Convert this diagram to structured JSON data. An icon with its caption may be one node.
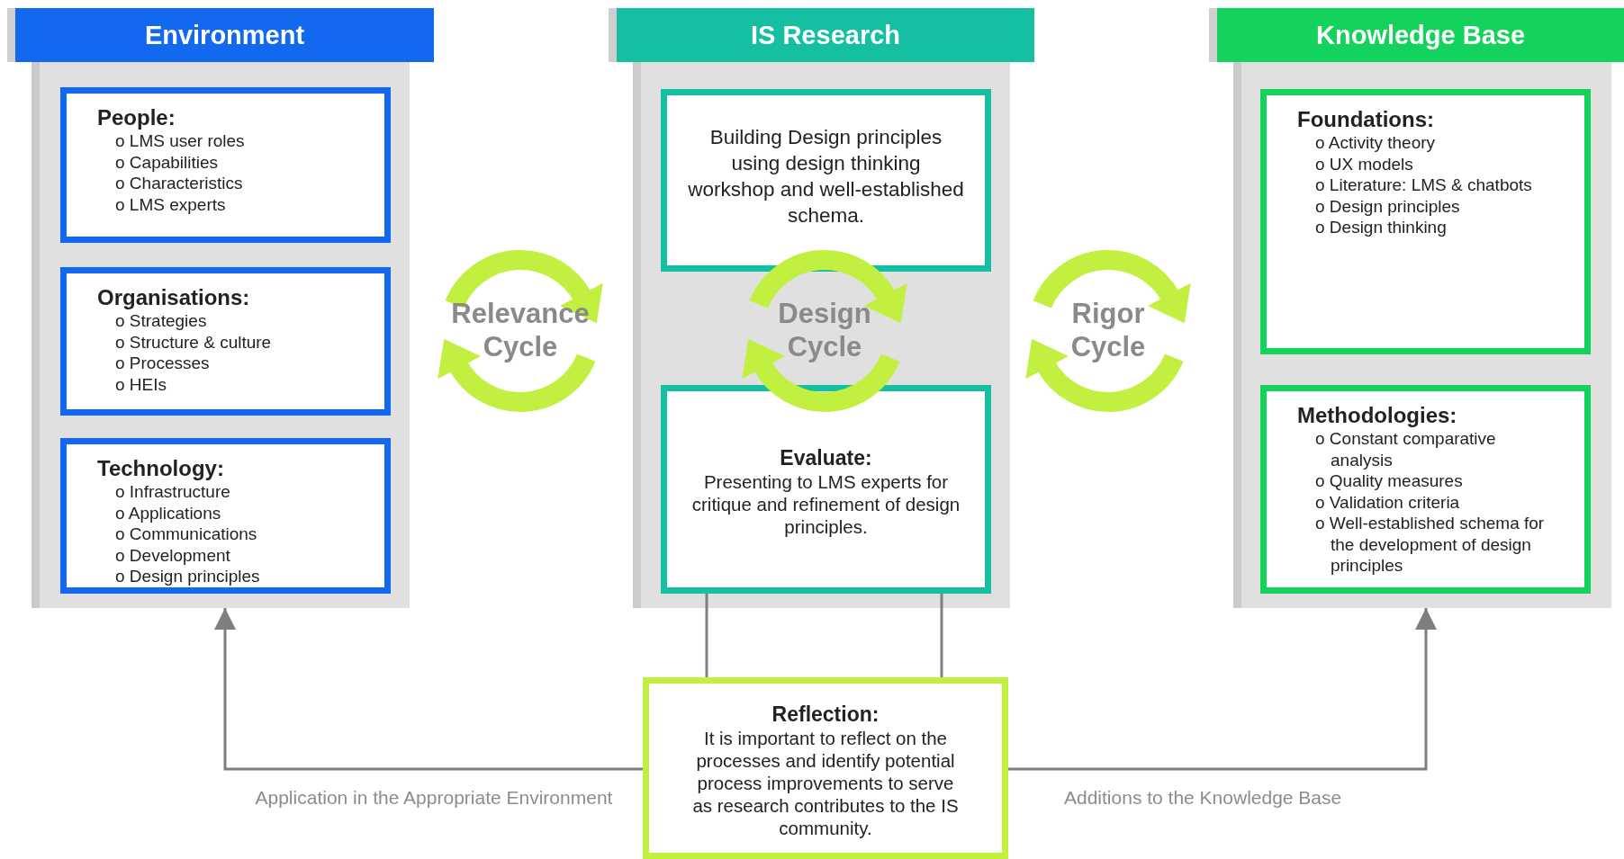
{
  "diagram": {
    "nodes": [
      {
        "text": [
          "Environment"
        ]
      },
      {
        "text": [
          "People:",
          "o LMS user roles",
          "o Capabilities",
          "o Characteristics",
          "o LMS experts"
        ],
        "in": 0
      },
      {
        "text": [
          "Organisations:",
          "o Strategies",
          "o Structure & culture",
          "o Processes",
          "o HEIs"
        ],
        "in": 0
      },
      {
        "text": [
          "Technology:",
          "o Infrastructure",
          "o Applications",
          "o Communications",
          "o Development",
          "o Design principles"
        ],
        "in": 0
      },
      {
        "text": [
          "Relevance Cycle"
        ]
      },
      {
        "text": [
          "IS Research"
        ]
      },
      {
        "text": [
          "Building Design principles using design thinking workshop and well-established schema."
        ],
        "in": 5
      },
      {
        "text": [
          "Design Cycle"
        ],
        "in": 5
      },
      {
        "text": [
          "Evaluate:",
          "Presenting to LMS experts for critique and refinement of design principles."
        ],
        "in": 5
      },
      {
        "text": [
          "Rigor Cycle"
        ]
      },
      {
        "text": [
          "Knowledge Base"
        ]
      },
      {
        "text": [
          "Foundations:",
          "o Activity theory",
          "o UX models",
          "o Literature: LMS & chatbots",
          "o Design principles",
          "o Design thinking"
        ],
        "in": 10
      },
      {
        "text": [
          "Methodologies:",
          "o Constant comparative analysis",
          "o Quality measures",
          "o Validation criteria",
          "o Well-established schema for the development of design principles"
        ],
        "in": 10
      },
      {
        "text": [
          "Reflection:",
          "It is important to reflect on the processes and identify potential process improvements to serve as research contributes to the IS community."
        ]
      }
    ],
    "edges": [
      {
        "from": 8,
        "to": 13,
        "arrow": "none"
      },
      {
        "from": 8,
        "to": 13,
        "arrow": "none"
      },
      {
        "from": 13,
        "to": 0,
        "arrow": "to",
        "label": "Application in the Appropriate Environment"
      },
      {
        "from": 13,
        "to": 10,
        "arrow": "to",
        "label": "Additions to the Knowledge Base"
      }
    ]
  }
}
